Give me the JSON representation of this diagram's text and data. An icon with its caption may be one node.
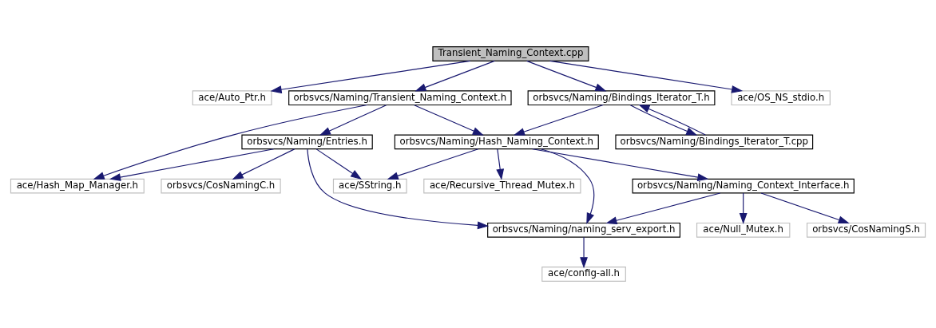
{
  "diagram": {
    "nodes": [
      {
        "text": [
          "Transient_Naming_Context.cpp"
        ]
      },
      {
        "text": [
          "ace/Auto_Ptr.h"
        ]
      },
      {
        "text": [
          "orbsvcs/Naming/Transient_Naming_Context.h"
        ]
      },
      {
        "text": [
          "orbsvcs/Naming/Bindings_Iterator_T.h"
        ]
      },
      {
        "text": [
          "ace/OS_NS_stdio.h"
        ]
      },
      {
        "text": [
          "orbsvcs/Naming/Entries.h"
        ]
      },
      {
        "text": [
          "orbsvcs/Naming/Hash_Naming_Context.h"
        ]
      },
      {
        "text": [
          "orbsvcs/Naming/Bindings_Iterator_T.cpp"
        ]
      },
      {
        "text": [
          "ace/Hash_Map_Manager.h"
        ]
      },
      {
        "text": [
          "orbsvcs/CosNamingC.h"
        ]
      },
      {
        "text": [
          "ace/SString.h"
        ]
      },
      {
        "text": [
          "ace/Recursive_Thread_Mutex.h"
        ]
      },
      {
        "text": [
          "orbsvcs/Naming/Naming_Context_Interface.h"
        ]
      },
      {
        "text": [
          "orbsvcs/Naming/naming_serv_export.h"
        ]
      },
      {
        "text": [
          "ace/Null_Mutex.h"
        ]
      },
      {
        "text": [
          "orbsvcs/CosNamingS.h"
        ]
      },
      {
        "text": [
          "ace/config-all.h"
        ]
      }
    ],
    "edges": [
      {
        "from": 0,
        "to": 1,
        "arrow": "to"
      },
      {
        "from": 0,
        "to": 2,
        "arrow": "to"
      },
      {
        "from": 0,
        "to": 3,
        "arrow": "to"
      },
      {
        "from": 0,
        "to": 4,
        "arrow": "to"
      },
      {
        "from": 2,
        "to": 8,
        "arrow": "to"
      },
      {
        "from": 2,
        "to": 5,
        "arrow": "to"
      },
      {
        "from": 2,
        "to": 6,
        "arrow": "to"
      },
      {
        "from": 3,
        "to": 6,
        "arrow": "to"
      },
      {
        "from": 3,
        "to": 7,
        "arrow": "to"
      },
      {
        "from": 7,
        "to": 3,
        "arrow": "to"
      },
      {
        "from": 5,
        "to": 8,
        "arrow": "to"
      },
      {
        "from": 5,
        "to": 9,
        "arrow": "to"
      },
      {
        "from": 5,
        "to": 10,
        "arrow": "to"
      },
      {
        "from": 5,
        "to": 13,
        "arrow": "to"
      },
      {
        "from": 6,
        "to": 10,
        "arrow": "to"
      },
      {
        "from": 6,
        "to": 13,
        "arrow": "to"
      },
      {
        "from": 6,
        "to": 11,
        "arrow": "to"
      },
      {
        "from": 6,
        "to": 12,
        "arrow": "to"
      },
      {
        "from": 12,
        "to": 13,
        "arrow": "to"
      },
      {
        "from": 12,
        "to": 14,
        "arrow": "to"
      },
      {
        "from": 12,
        "to": 15,
        "arrow": "to"
      },
      {
        "from": 13,
        "to": 16,
        "arrow": "to"
      }
    ]
  }
}
